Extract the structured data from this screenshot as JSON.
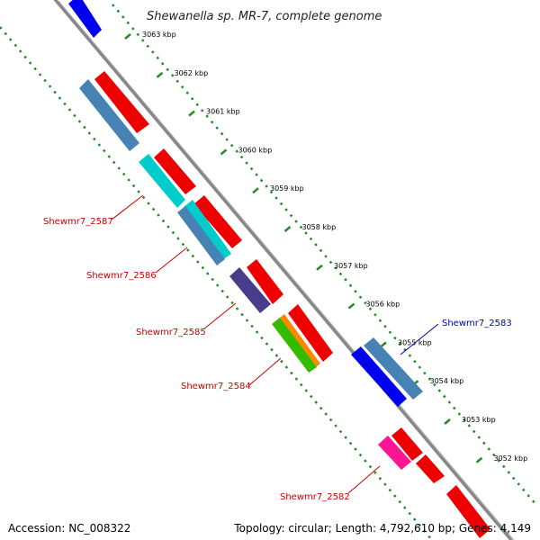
{
  "title": "Shewanella sp. MR-7, complete genome",
  "ticks": [
    {
      "label": "3063 kbp",
      "pos": 3063
    },
    {
      "label": "3062 kbp",
      "pos": 3062
    },
    {
      "label": "3061 kbp",
      "pos": 3061
    },
    {
      "label": "3060 kbp",
      "pos": 3060
    },
    {
      "label": "3059 kbp",
      "pos": 3059
    },
    {
      "label": "3058 kbp",
      "pos": 3058
    },
    {
      "label": "3057 kbp",
      "pos": 3057
    },
    {
      "label": "3056 kbp",
      "pos": 3056
    },
    {
      "label": "3055 kbp",
      "pos": 3055
    },
    {
      "label": "3054 kbp",
      "pos": 3054
    },
    {
      "label": "3053 kbp",
      "pos": 3053
    },
    {
      "label": "3052 kbp",
      "pos": 3052
    }
  ],
  "gene_labels": [
    {
      "label": "Shewmr7_2587",
      "color": "#cc0000"
    },
    {
      "label": "Shewmr7_2586",
      "color": "#cc0000"
    },
    {
      "label": "Shewmr7_2585",
      "color": "#cc0000"
    },
    {
      "label": "Shewmr7_2584",
      "color": "#cc0000"
    },
    {
      "label": "Shewmr7_2583",
      "color": "#0000cc"
    },
    {
      "label": "Shewmr7_2582",
      "color": "#cc0000"
    }
  ],
  "colors": {
    "red": "#ee0000",
    "blue": "#0000ee",
    "steel_blue": "#4682b4",
    "cyan": "#00cccc",
    "indigo": "#483d8b",
    "green": "#33bb00",
    "orange": "#ff8800",
    "magenta": "#ff1493",
    "backbone": "#888888",
    "dotted_track": "#228b22"
  },
  "footer": {
    "accession": "Accession: NC_008322",
    "topology": "Topology: circular; Length: 4,792,610 bp; Genes: 4,149"
  }
}
